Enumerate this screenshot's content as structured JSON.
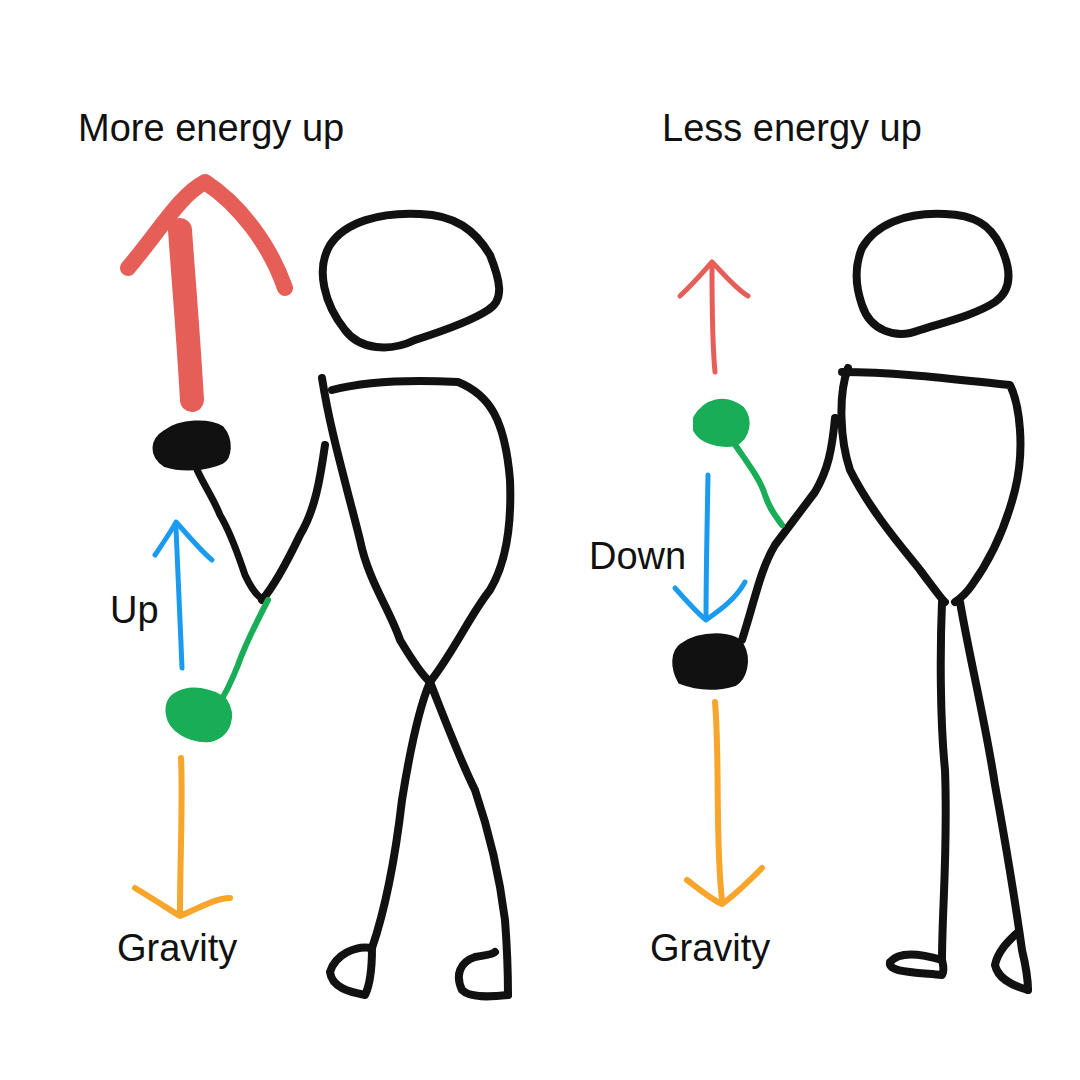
{
  "diagram": {
    "labels": [
      "More energy up",
      "Up",
      "Gravity",
      "Less energy up",
      "Down",
      "Gravity"
    ]
  }
}
